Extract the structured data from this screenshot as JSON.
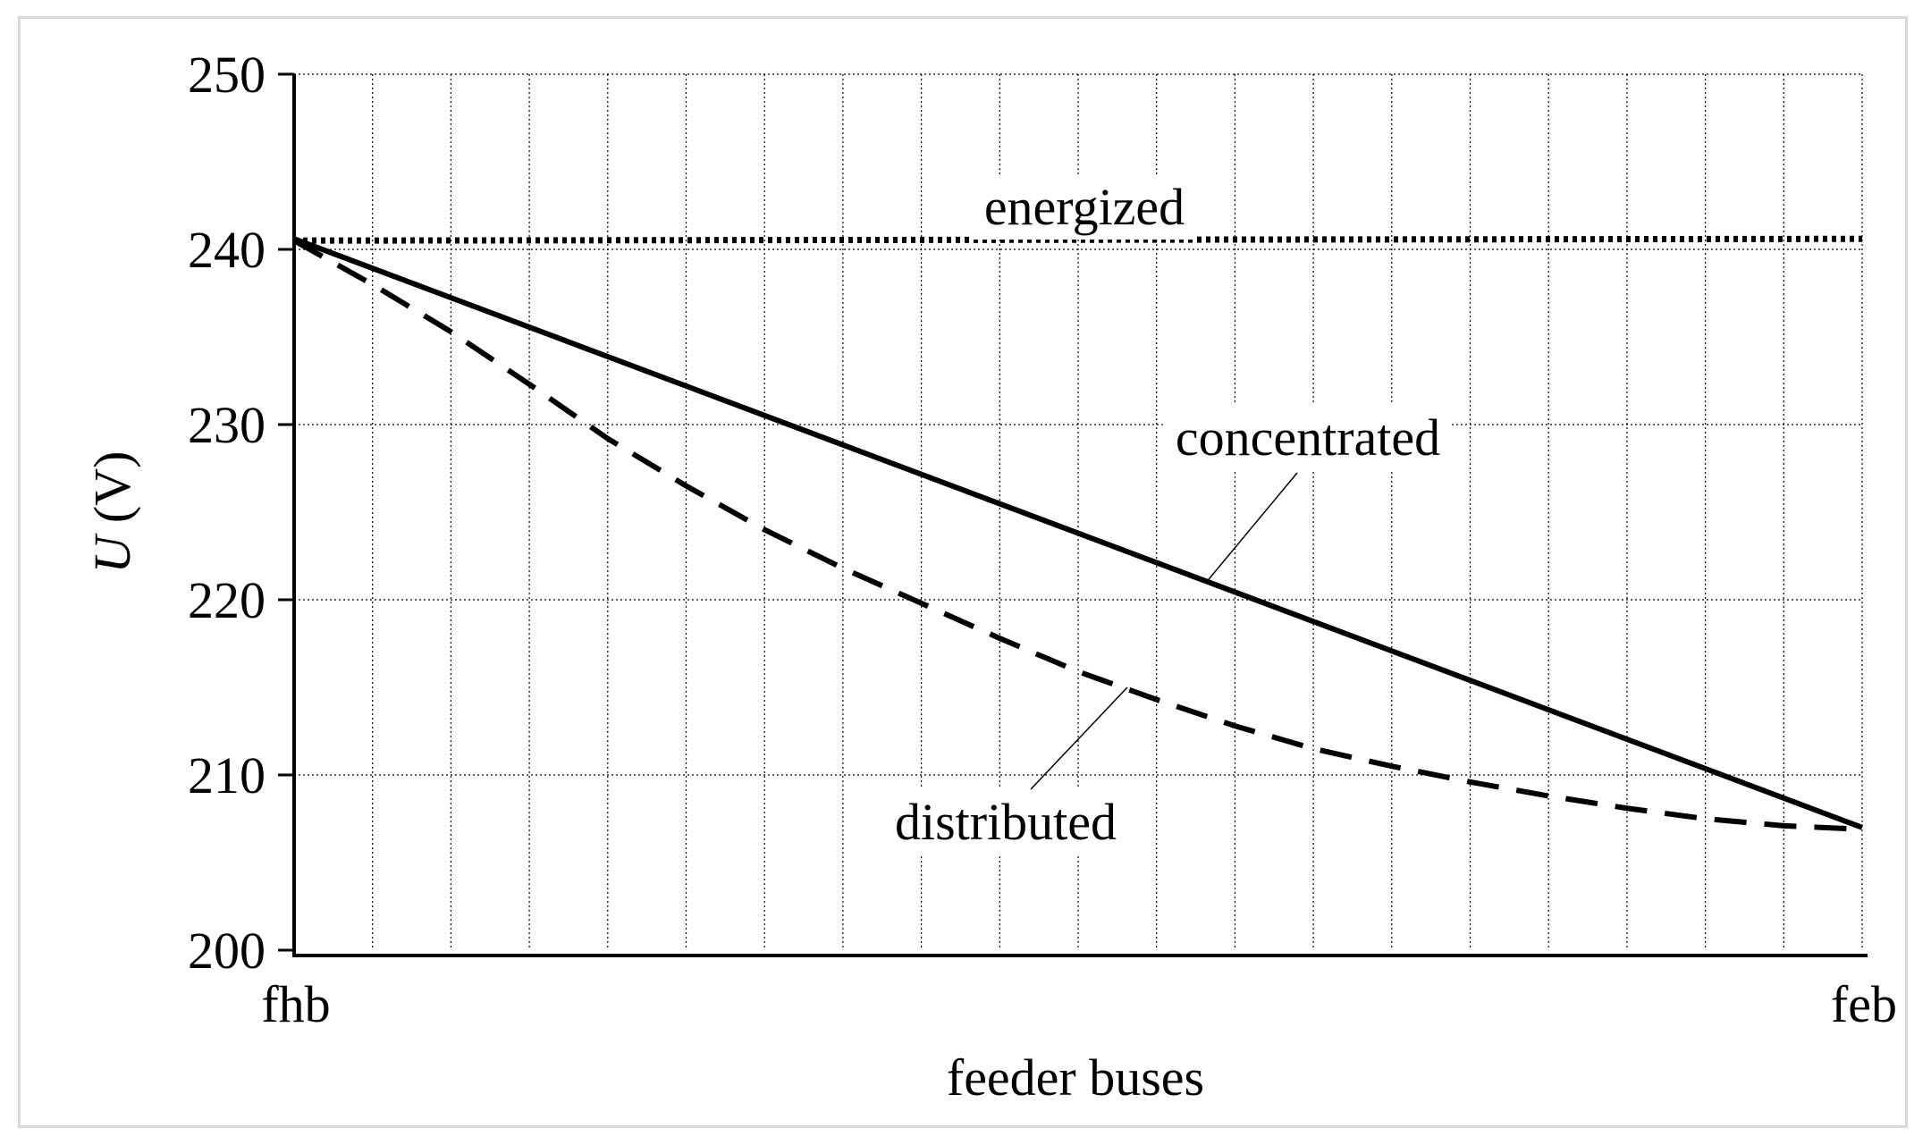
{
  "chart_data": {
    "type": "line",
    "xlabel": "feeder buses",
    "ylabel_italic": "U",
    "ylabel_unit": "(V)",
    "x_tick_labels": [
      "fhb",
      "feb"
    ],
    "x_range": [
      0,
      20
    ],
    "ylim": [
      200,
      250
    ],
    "y_ticks": [
      200,
      210,
      220,
      230,
      240,
      250
    ],
    "y_tick_labels": [
      "200",
      "210",
      "220",
      "230",
      "240",
      "250"
    ],
    "grid": true,
    "series": [
      {
        "name": "energized",
        "style": "dotted",
        "x": [
          0,
          20
        ],
        "values": [
          240.5,
          240.6
        ]
      },
      {
        "name": "concentrated",
        "style": "solid",
        "x": [
          0,
          20
        ],
        "values": [
          240.6,
          207.0
        ]
      },
      {
        "name": "distributed",
        "style": "dashed",
        "x": [
          0,
          1,
          2,
          3,
          4,
          5,
          6,
          7,
          8,
          9,
          10,
          11,
          12,
          13,
          14,
          15,
          16,
          17,
          18,
          19,
          20
        ],
        "values": [
          240.5,
          238.0,
          235.3,
          232.3,
          229.2,
          226.5,
          224.0,
          221.8,
          219.8,
          217.8,
          215.9,
          214.3,
          212.8,
          211.5,
          210.5,
          209.6,
          208.8,
          208.1,
          207.5,
          207.1,
          206.9
        ]
      }
    ]
  }
}
